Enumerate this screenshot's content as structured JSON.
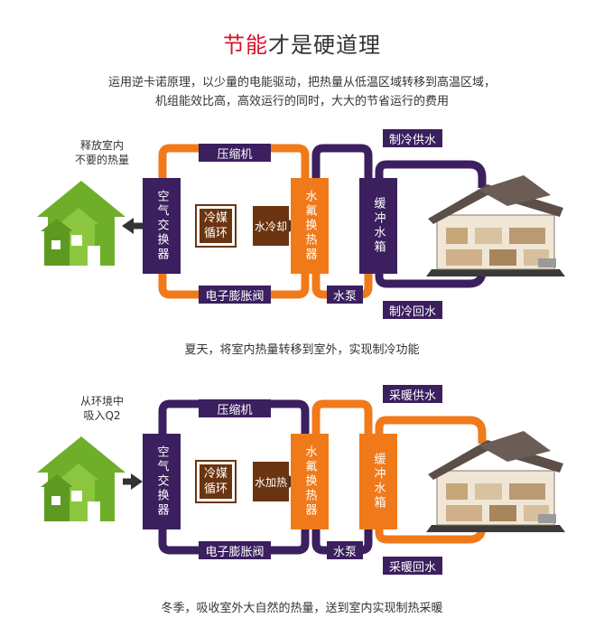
{
  "title": {
    "highlight": "节能",
    "rest": "才是硬道理"
  },
  "subtitle": {
    "line1": "运用逆卡诺原理，以少量的电能驱动，把热量从低温区域转移到高温区域，",
    "line2": "机组能效比高，高效运行的同时，大大的节省运行的费用"
  },
  "summer": {
    "left_label_1": "释放室内",
    "left_label_2": "不要的热量",
    "compressor": "压缩机",
    "expansion_valve": "电子膨胀阀",
    "air_exchanger": "空气交换器",
    "refrigerant": "冷媒循环",
    "water_op": "水冷却",
    "water_fluorine": "水氟换热器",
    "buffer_tank": "缓冲水箱",
    "pump": "水泵",
    "supply": "制冷供水",
    "return": "制冷回水",
    "caption": "夏天，将室内热量转移到室外，实现制冷功能"
  },
  "winter": {
    "left_label_1": "从环境中",
    "left_label_2": "吸入Q2",
    "compressor": "压缩机",
    "expansion_valve": "电子膨胀阀",
    "air_exchanger": "空气交换器",
    "refrigerant": "冷媒循环",
    "water_op": "水加热",
    "water_fluorine": "水氟换热器",
    "buffer_tank": "缓冲水箱",
    "pump": "水泵",
    "supply": "采暖供水",
    "return": "采暖回水",
    "caption": "冬季，吸收室外大自然的热量，送到室内实现制热采暖"
  },
  "colors": {
    "purple": "#3b1f5e",
    "orange": "#f07a1a",
    "brown": "#6b3410",
    "accent": "#d4142a",
    "green": "#6fae2a"
  }
}
